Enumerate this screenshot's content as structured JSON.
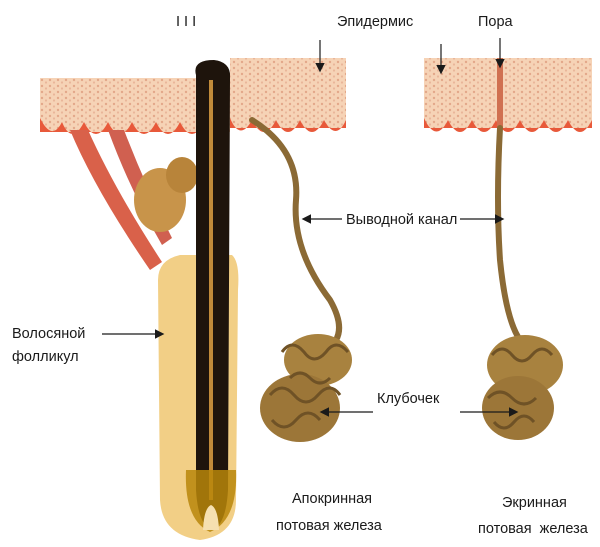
{
  "labels": {
    "top_marks": "I I I",
    "epidermis": "Эпидермис",
    "pore": "Пора",
    "duct": "Выводной канал",
    "follicle_line1": "Волосяной",
    "follicle_line2": "фолликул",
    "coil": "Клубочек",
    "apocrine_line1": "Апокринная",
    "apocrine_line2": "потовая железа",
    "eccrine_line1": "Экринная",
    "eccrine_line2": "потовая  железа"
  },
  "colors": {
    "skin_surface": "#f4c8a8",
    "skin_texture": "#d98a6a",
    "dermal_papillae": "#e8593a",
    "muscle": "#d9614a",
    "follicle": "#f2cf86",
    "hair_shaft": "#1e140c",
    "hair_bulb": "#b8860b",
    "sebaceous": "#c8944a",
    "gland_coil": "#a8823f",
    "duct": "#8b6a35",
    "arrow": "#1a1a1a"
  },
  "icons": {
    "arrow": "arrow-icon"
  }
}
